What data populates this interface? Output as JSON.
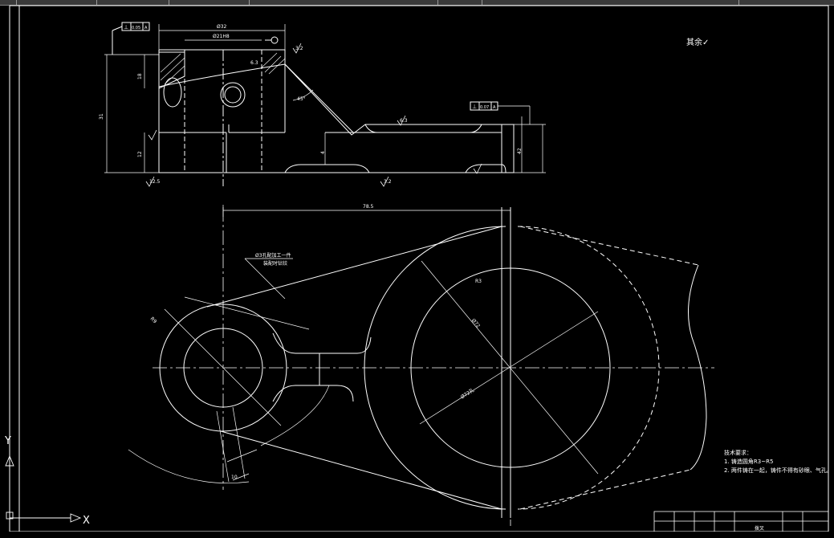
{
  "window": {
    "toolbar_tabs": 7
  },
  "drawing": {
    "rough_note": "其余",
    "dims": {
      "top_width": "Ø32",
      "bore": "Ø21H8",
      "overall_length": "78.5",
      "left_height": "31",
      "arm_radius": "R3",
      "big_radius": "Ø72",
      "big_inner": "Ø72孔",
      "angle": "45°",
      "small_r": "R9",
      "small_w": "10",
      "offset": "4",
      "right_h": "42",
      "left_h": "18",
      "rib": "12"
    },
    "tolerance_frames": [
      {
        "symbol": "⊥",
        "value": "0.05",
        "datum": "A"
      },
      {
        "symbol": "⊥",
        "value": "0.07",
        "datum": "A"
      }
    ],
    "surface_marks": [
      "3.2",
      "6.3",
      "12.5",
      "3.2",
      "6.3"
    ],
    "leader_note": {
      "line1": "Ø3孔配加工一件",
      "line2": "装配时钻铰"
    }
  },
  "tech_requirements": {
    "title": "技术要求：",
    "items": [
      "1. 铸造圆角R3~R5",
      "2. 两件铸在一起，铸件不得有砂眼、气孔。"
    ]
  },
  "ucs": {
    "x_label": "X",
    "y_label": "Y"
  },
  "title_block": {
    "label": "拨叉"
  },
  "colors": {
    "background": "#000000",
    "lines": "#ffffff",
    "accent": "#c0c0c0"
  }
}
